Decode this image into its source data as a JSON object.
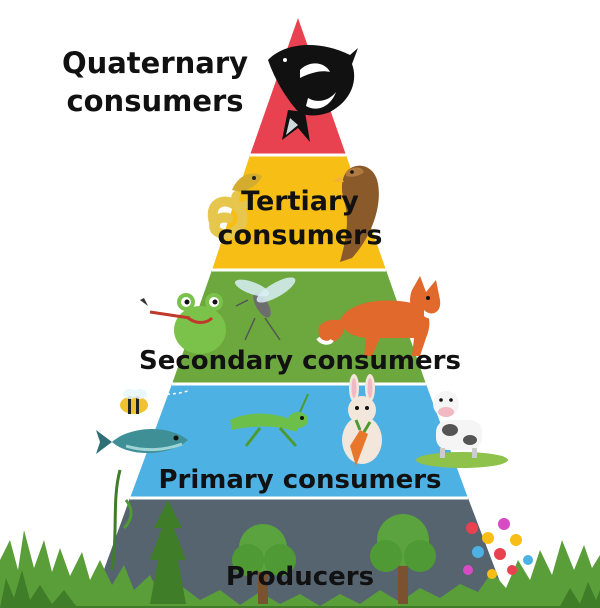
{
  "levels": {
    "quaternary": {
      "line1": "Quaternary",
      "line2": "consumers",
      "color": "#e8414f"
    },
    "tertiary": {
      "line1": "Tertiary",
      "line2": "consumers",
      "color": "#f7be16"
    },
    "secondary": {
      "label": "Secondary consumers",
      "color": "#6ca83d"
    },
    "primary": {
      "label": "Primary consumers",
      "color": "#4db2e3"
    },
    "producers": {
      "label": "Producers",
      "color": "#566470"
    }
  },
  "illustrations": {
    "quaternary": [
      "orca-icon"
    ],
    "tertiary": [
      "snake-icon",
      "eagle-icon"
    ],
    "secondary": [
      "frog-icon",
      "mosquito-icon",
      "fox-icon"
    ],
    "primary": [
      "bee-icon",
      "fish-icon",
      "grasshopper-icon",
      "rabbit-icon",
      "cow-icon"
    ],
    "producers": [
      "grass-icon",
      "tree-icon",
      "flower-icon"
    ]
  }
}
